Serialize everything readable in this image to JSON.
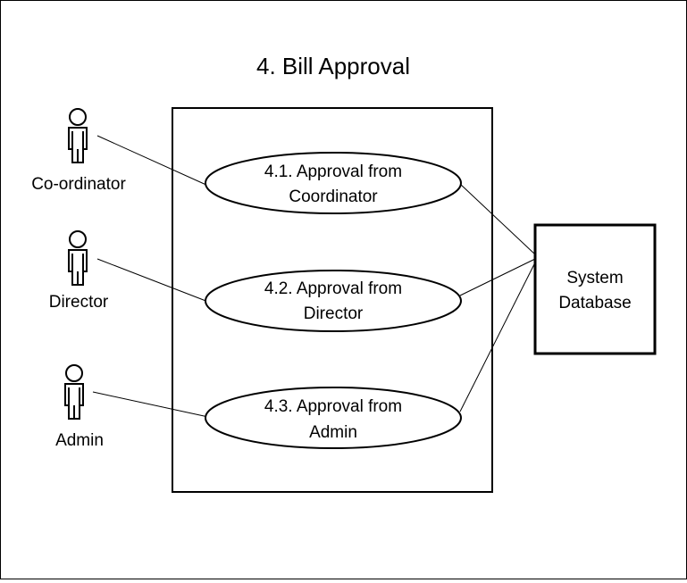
{
  "diagram": {
    "title": "4. Bill Approval",
    "actors": [
      {
        "id": "coordinator",
        "label": "Co-ordinator"
      },
      {
        "id": "director",
        "label": "Director"
      },
      {
        "id": "admin",
        "label": "Admin"
      }
    ],
    "use_cases": [
      {
        "id": "uc-4-1",
        "line1": "4.1. Approval from",
        "line2": "Coordinator"
      },
      {
        "id": "uc-4-2",
        "line1": "4.2. Approval from",
        "line2": "Director"
      },
      {
        "id": "uc-4-3",
        "line1": "4.3. Approval from",
        "line2": "Admin"
      }
    ],
    "database": {
      "line1": "System",
      "line2": "Database"
    },
    "connections": [
      {
        "from": "coordinator",
        "to": "uc-4-1"
      },
      {
        "from": "director",
        "to": "uc-4-2"
      },
      {
        "from": "admin",
        "to": "uc-4-3"
      },
      {
        "from": "uc-4-1",
        "to": "database"
      },
      {
        "from": "uc-4-2",
        "to": "database"
      },
      {
        "from": "uc-4-3",
        "to": "database"
      }
    ]
  }
}
